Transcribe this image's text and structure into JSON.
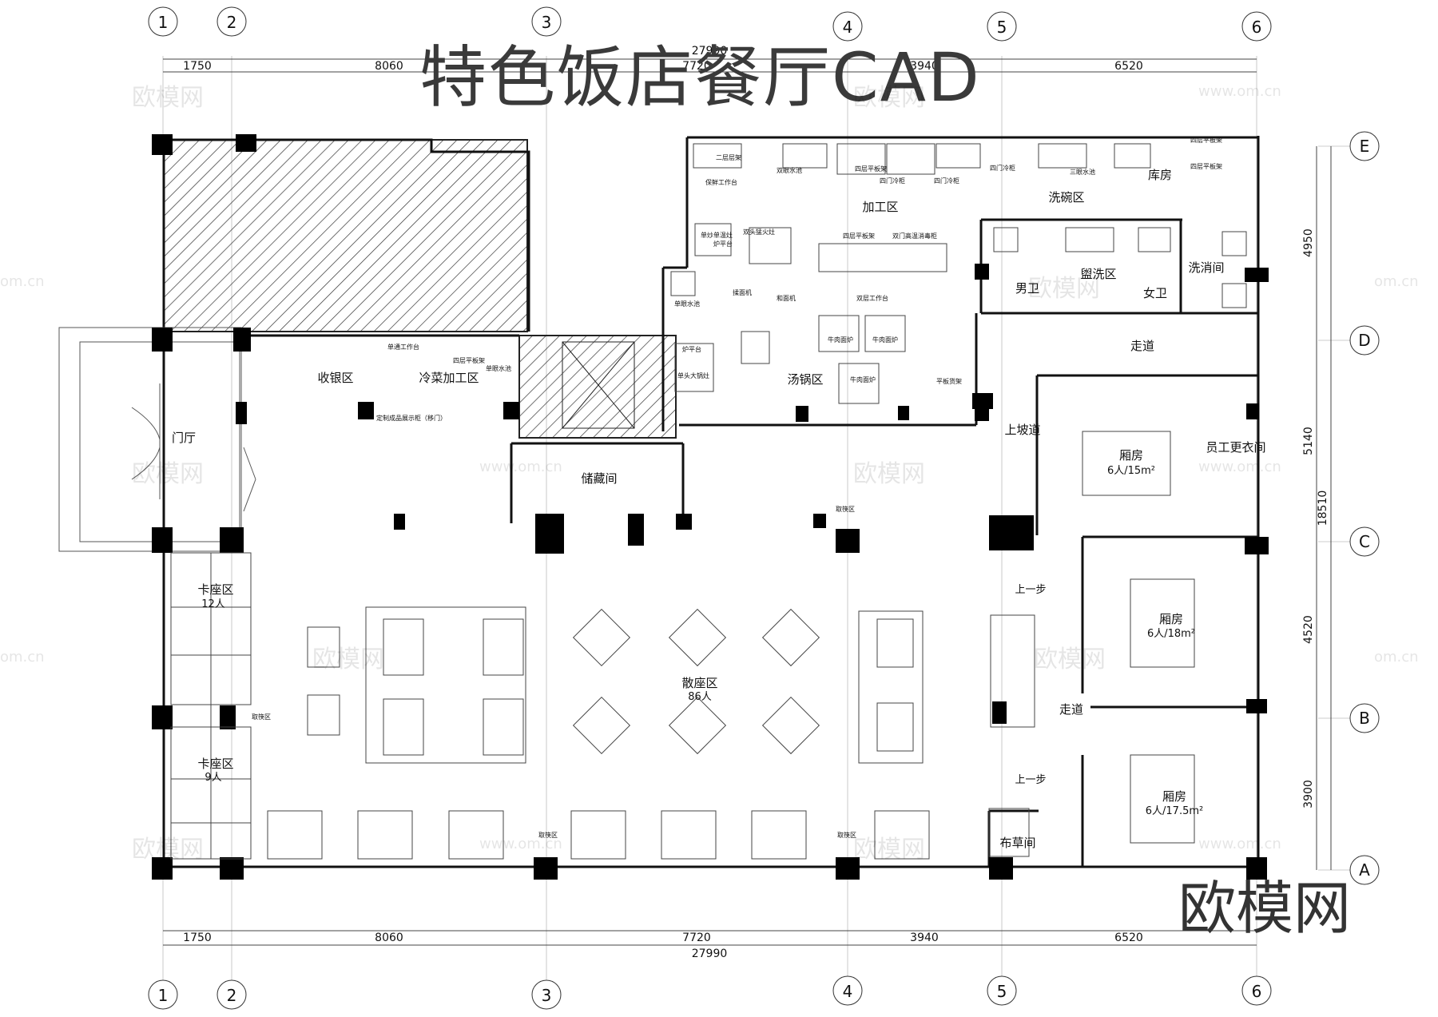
{
  "title": "特色饭店餐厅CAD",
  "brand": "欧模网",
  "watermark": {
    "name": "欧模网",
    "url": "www.om.cn",
    "url_short": "om.cn"
  },
  "grid": {
    "columns": [
      "1",
      "2",
      "3",
      "4",
      "5",
      "6"
    ],
    "rows": [
      "E",
      "D",
      "C",
      "B",
      "A"
    ]
  },
  "dimensions": {
    "horizontal": [
      "1750",
      "8060",
      "7720",
      "3940",
      "6520"
    ],
    "horizontal_total": "27990",
    "vertical": [
      "4950",
      "5140",
      "4520",
      "3900"
    ],
    "vertical_total": "18510"
  },
  "rooms": {
    "entrance_hall": "门厅",
    "cashier": "收银区",
    "cold_dish": "冷菜加工区",
    "storage": "储藏间",
    "processing": "加工区",
    "dishwashing": "洗碗区",
    "warehouse": "库房",
    "washroom": "盥洗区",
    "mens": "男卫",
    "womens": "女卫",
    "disinfection": "洗消间",
    "corridor": "走道",
    "soup_pot": "汤锅区",
    "ramp": "上坡道",
    "staff_locker": "员工更衣间",
    "private_1": "厢房",
    "private_1_cap": "6人/15m²",
    "private_2": "厢房",
    "private_2_cap": "6人/18m²",
    "private_3": "厢房",
    "private_3_cap": "6人/17.5m²",
    "booth_1": "卡座区",
    "booth_1_cap": "12人",
    "booth_2": "卡座区",
    "booth_2_cap": "9人",
    "dining_hall": "散座区",
    "dining_hall_cap": "86人",
    "linen": "布草间",
    "step_up": "上一步",
    "chopsticks": "取筷区"
  },
  "equipment": {
    "single_sink": "单眼水池",
    "double_sink": "双眼水池",
    "triple_sink": "三眼水池",
    "two_shelf": "二层层架",
    "four_shelf": "四层平板架",
    "four_door_freezer": "四门冷柜",
    "fresh_table": "保鲜工作台",
    "double_burner": "双头猛火灶",
    "stove_table": "炉平台",
    "single_wok": "单炒单温灶",
    "noodle_press": "揉面机",
    "dough_mixer": "和面机",
    "double_table": "双层工作台",
    "disinfect_cabinet": "双门高温消毒柜",
    "beef_stove": "牛肉面炉",
    "single_big_wok": "单头大锅灶",
    "flat_shelf": "平板货架",
    "work_table": "单通工作台",
    "display_case": "定制成品展示柜（移门）"
  }
}
